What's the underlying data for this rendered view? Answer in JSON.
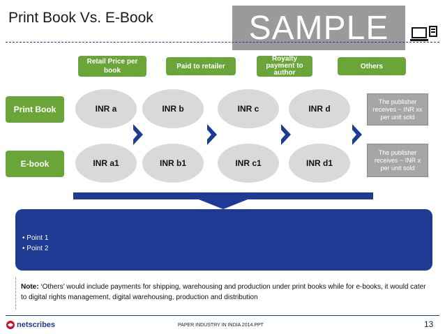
{
  "title": "Print Book Vs. E-Book",
  "watermark": "SAMPLE",
  "headers": [
    "Retail Price per book",
    "Paid to retailer",
    "Royalty payment to author",
    "Others"
  ],
  "rows": [
    {
      "label": "Print Book",
      "values": [
        "INR a",
        "INR b",
        "INR c",
        "INR d"
      ],
      "others": "The publisher receives ~ INR xx per unit sold"
    },
    {
      "label": "E-book",
      "values": [
        "INR a1",
        "INR b1",
        "INR c1",
        "INR d1"
      ],
      "others": "The publisher receives ~ INR x per unit sold"
    }
  ],
  "points": [
    "Point 1",
    "Point 2"
  ],
  "note": {
    "label": "Note:",
    "text": " ‘Others’ would include payments for shipping, warehousing and production under print books while for e-books, it would cater to digital rights management, digital warehousing, production and distribution"
  },
  "footer": {
    "logo_text": "netscribes",
    "center_text": "PAPER INDUSTRY IN INDIA 2014.PPT",
    "page_number": "13"
  },
  "colors": {
    "green": "#6aa53a",
    "blue": "#1f3a93",
    "oval": "#d9d9d9",
    "grey_box": "#a6a6a6"
  },
  "icons": [
    "computer-icon",
    "chevron-right-icon",
    "netscribes-logo"
  ]
}
